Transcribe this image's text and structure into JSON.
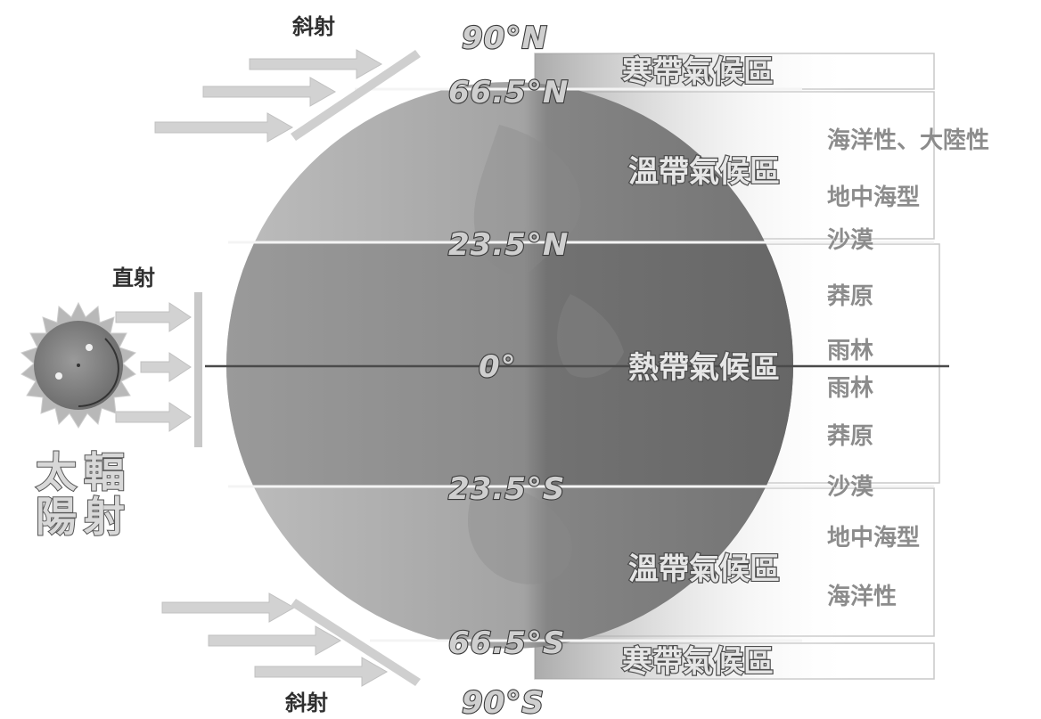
{
  "latitudes": {
    "n90": "90°N",
    "n66": "66.5°N",
    "n23": "23.5°N",
    "eq": "0°",
    "s23": "23.5°S",
    "s66": "66.5°S",
    "s90": "90°S"
  },
  "zones": {
    "north_frigid": "寒帶氣候區",
    "north_temperate": "溫帶氣候區",
    "tropical": "熱帶氣候區",
    "south_temperate": "溫帶氣候區",
    "south_frigid": "寒帶氣候區"
  },
  "subtypes": {
    "n_maritime_continental": "海洋性、大陸性",
    "n_mediterranean": "地中海型",
    "n_desert": "沙漠",
    "n_savanna": "莽原",
    "n_rainforest": "雨林",
    "s_rainforest": "雨林",
    "s_savanna": "莽原",
    "s_desert": "沙漠",
    "s_mediterranean": "地中海型",
    "s_maritime": "海洋性"
  },
  "rays": {
    "oblique_top": "斜射",
    "direct": "直射",
    "oblique_bottom": "斜射"
  },
  "sun": {
    "line1_left": "太",
    "line1_right": "輻",
    "line2_left": "陽",
    "line2_right": "射"
  },
  "colors": {
    "globe_light": "#c4c4c4",
    "globe_dark": "#6e6e6e",
    "line": "#f4f4f4",
    "arrow": "#d2d2d2",
    "box_border": "#c8c8c8"
  }
}
